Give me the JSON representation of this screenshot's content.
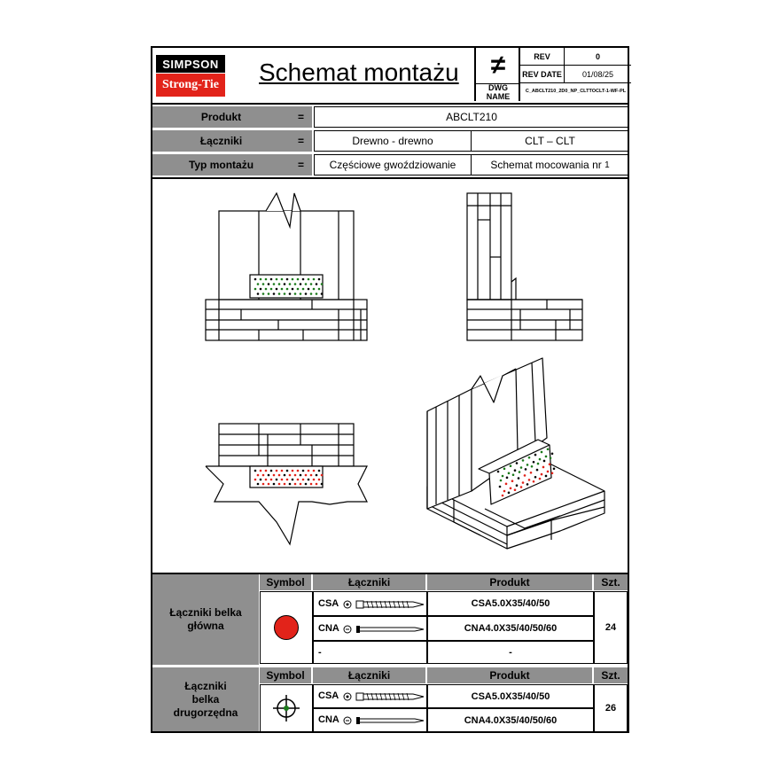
{
  "header": {
    "logo_top": "SIMPSON",
    "logo_bottom": "Strong-Tie",
    "title": "Schemat montażu",
    "not_equal_symbol": "≠",
    "rev_label": "REV",
    "rev_value": "0",
    "rev_date_label": "REV DATE",
    "rev_date_value": "01/08/25",
    "dwg_name_label": "DWG NAME",
    "dwg_name_value": "C_ABCLT210_2D0_NP_CLTTOCLT-1-WF-PL"
  },
  "info": {
    "rows": [
      {
        "label": "Produkt",
        "eq": "=",
        "value": "ABCLT210"
      },
      {
        "label": "Łączniki",
        "eq": "=",
        "value_left": "Drewno - drewno",
        "value_right": "CLT – CLT"
      },
      {
        "label": "Typ montażu",
        "eq": "=",
        "value_left": "Częściowe gwoździowanie",
        "value_right": "Schemat mocowania nr",
        "scheme_number": "1"
      }
    ]
  },
  "table_main": {
    "group_label": "Łączniki belka główna",
    "headers": {
      "symbol": "Symbol",
      "fasteners": "Łączniki",
      "product": "Produkt",
      "qty": "Szt."
    },
    "symbol_color": "#e2231a",
    "rows": [
      {
        "code": "CSA",
        "product": "CSA5.0X35/40/50"
      },
      {
        "code": "CNA",
        "product": "CNA4.0X35/40/50/60"
      },
      {
        "code": "-",
        "product": "-"
      }
    ],
    "qty": "24"
  },
  "table_secondary": {
    "group_label": "Łączniki belka drugorzędna",
    "headers": {
      "symbol": "Symbol",
      "fasteners": "Łączniki",
      "product": "Produkt",
      "qty": "Szt."
    },
    "symbol_color": "#1a7a1a",
    "rows": [
      {
        "code": "CSA",
        "product": "CSA5.0X35/40/50"
      },
      {
        "code": "CNA",
        "product": "CNA4.0X35/40/50/60"
      }
    ],
    "qty": "26"
  },
  "colors": {
    "accent_red": "#e2231a",
    "accent_green": "#1a7a1a",
    "grey": "#8f8f8f"
  }
}
